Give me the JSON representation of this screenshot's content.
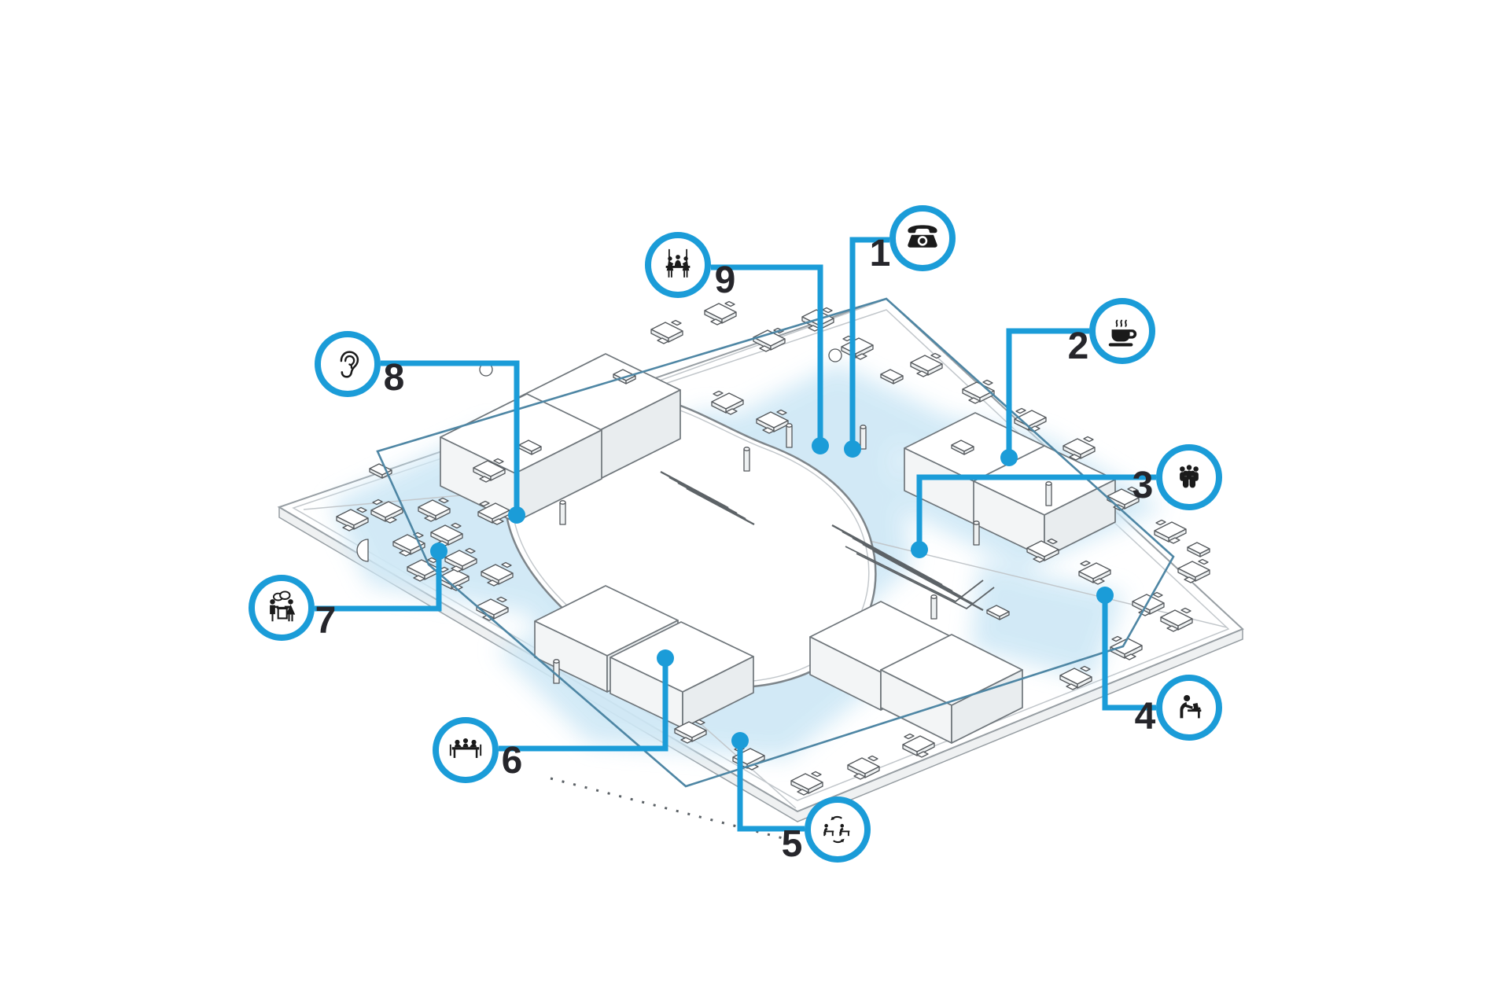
{
  "diagram": {
    "type": "isometric-office-floor-plan",
    "description": "Isometric office floor plan with central atrium, highlighted collaboration zones and nine numbered feature callouts",
    "callouts": [
      {
        "number": "1",
        "icon": "telephone-icon"
      },
      {
        "number": "2",
        "icon": "coffee-cup-icon"
      },
      {
        "number": "3",
        "icon": "group-of-people-icon"
      },
      {
        "number": "4",
        "icon": "person-working-at-desk-icon"
      },
      {
        "number": "5",
        "icon": "desk-rotation-icon"
      },
      {
        "number": "6",
        "icon": "meeting-table-icon"
      },
      {
        "number": "7",
        "icon": "standing-conversation-icon"
      },
      {
        "number": "8",
        "icon": "ear-icon"
      },
      {
        "number": "9",
        "icon": "suspended-table-icon"
      }
    ],
    "colors": {
      "accent_blue": "#1b9cd8",
      "zone_light_blue": "#cfe8f6",
      "boundary_steel_blue": "#4e86a4",
      "icon_black": "#1a1a1a",
      "number_dark": "#26262b",
      "background": "#ffffff"
    }
  }
}
